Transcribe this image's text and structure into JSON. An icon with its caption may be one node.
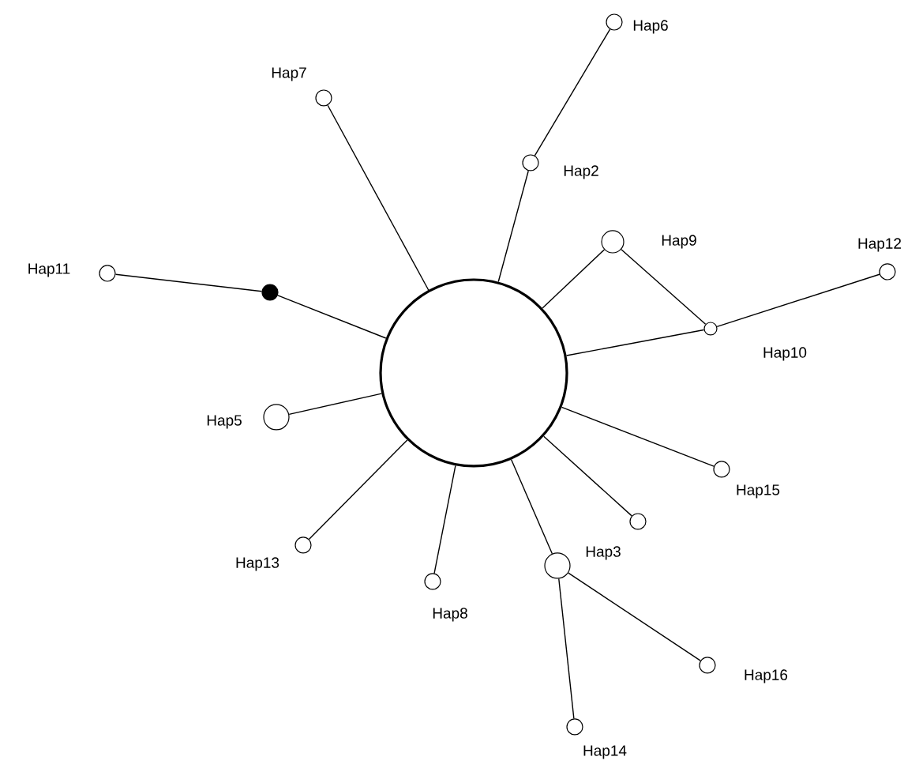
{
  "diagram": {
    "nodes": [
      {
        "text": [],
        "shape": "circle"
      },
      {
        "text": [],
        "shape": "circle",
        "beside": [
          "Hap6"
        ]
      },
      {
        "text": [],
        "shape": "circle",
        "beside": [
          "Hap7"
        ]
      },
      {
        "text": [],
        "shape": "circle",
        "beside": [
          "Hap2"
        ]
      },
      {
        "text": [],
        "shape": "circle",
        "beside": [
          "Hap9"
        ]
      },
      {
        "text": [],
        "shape": "circle",
        "beside": [
          "Hap12"
        ]
      },
      {
        "text": [],
        "shape": "circle",
        "beside": [
          "Hap11"
        ]
      },
      {
        "text": [],
        "shape": "dot"
      },
      {
        "text": [],
        "shape": "circle",
        "beside": [
          "Hap10"
        ]
      },
      {
        "text": [],
        "shape": "circle",
        "beside": [
          "Hap5"
        ]
      },
      {
        "text": [],
        "shape": "circle",
        "beside": [
          "Hap15"
        ]
      },
      {
        "text": [],
        "shape": "circle"
      },
      {
        "text": [],
        "shape": "circle",
        "beside": [
          "Hap13"
        ]
      },
      {
        "text": [],
        "shape": "circle",
        "beside": [
          "Hap3"
        ]
      },
      {
        "text": [],
        "shape": "circle",
        "beside": [
          "Hap8"
        ]
      },
      {
        "text": [],
        "shape": "circle",
        "beside": [
          "Hap16"
        ]
      },
      {
        "text": [],
        "shape": "circle",
        "beside": [
          "Hap14"
        ]
      }
    ],
    "edges": [
      {
        "from": 0,
        "to": 2,
        "arrow": "none"
      },
      {
        "from": 1,
        "to": 3,
        "arrow": "none"
      },
      {
        "from": 3,
        "to": 0,
        "arrow": "none"
      },
      {
        "from": 0,
        "to": 4,
        "arrow": "none"
      },
      {
        "from": 4,
        "to": 8,
        "arrow": "none"
      },
      {
        "from": 0,
        "to": 8,
        "arrow": "none"
      },
      {
        "from": 8,
        "to": 5,
        "arrow": "none"
      },
      {
        "from": 6,
        "to": 7,
        "arrow": "none"
      },
      {
        "from": 7,
        "to": 0,
        "arrow": "none"
      },
      {
        "from": 0,
        "to": 9,
        "arrow": "none"
      },
      {
        "from": 0,
        "to": 10,
        "arrow": "none"
      },
      {
        "from": 0,
        "to": 11,
        "arrow": "none"
      },
      {
        "from": 0,
        "to": 13,
        "arrow": "none"
      },
      {
        "from": 13,
        "to": 15,
        "arrow": "none"
      },
      {
        "from": 13,
        "to": 16,
        "arrow": "none"
      },
      {
        "from": 0,
        "to": 12,
        "arrow": "none"
      },
      {
        "from": 0,
        "to": 14,
        "arrow": "none"
      }
    ]
  }
}
